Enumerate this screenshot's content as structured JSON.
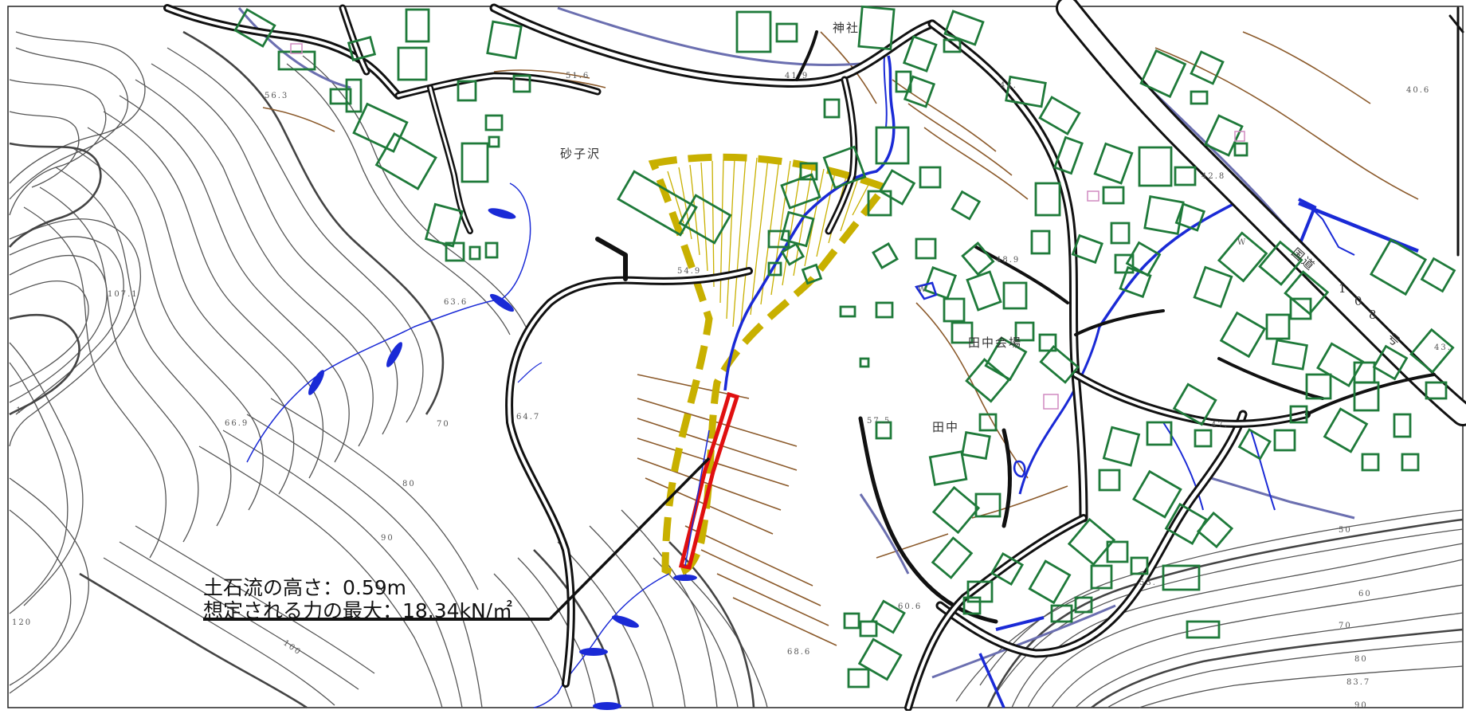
{
  "map": {
    "place_labels": {
      "sunagozawa": "砂子沢",
      "jinja": "神社",
      "tanaka": "田中",
      "tanaka_kaisho": "田中会場",
      "route_kanji": "国道",
      "route_num_1": "1",
      "route_num_2": "0",
      "route_num_3": "8",
      "route_suffix": "号"
    },
    "elevations": {
      "e_56_3": "56.3",
      "e_51_6": "51.6",
      "e_41_9": "41.9",
      "e_42_": "42.",
      "e_40_6": "40.6",
      "e_42_8": "42.8",
      "e_107_1": "107.1",
      "e_63_6": "63.6",
      "e_54_9": "54.9",
      "e_48_9": "48.9",
      "e_66_9": "66.9",
      "e_64_7": "64.7",
      "e_57_5": "57.5",
      "e_60_6": "60.6",
      "e_68_6": "68.6",
      "e_53_": "53.",
      "e_47_": "47.",
      "e_43_": "43.",
      "e_83_7": "83.7",
      "c_70": "70",
      "c_80": "80",
      "c_90": "90",
      "c_100": "100",
      "c_120": "120",
      "c_60": "60",
      "c_50": "50",
      "c_1": ".1",
      "w1": "W",
      "w2": "W"
    },
    "callout": {
      "line1": "土石流の高さ：0.59m",
      "line2": "想定される力の最大：18.34kN/㎡"
    },
    "colors": {
      "building": "#1f7a3a",
      "road": "#111111",
      "contour": "#555555",
      "river": "#1a2ad6",
      "hazard_zone": "#c8b000",
      "hazard_red": "#e01010",
      "terrace": "#8b5a2b",
      "road_edge": "#6b6fb0"
    }
  }
}
